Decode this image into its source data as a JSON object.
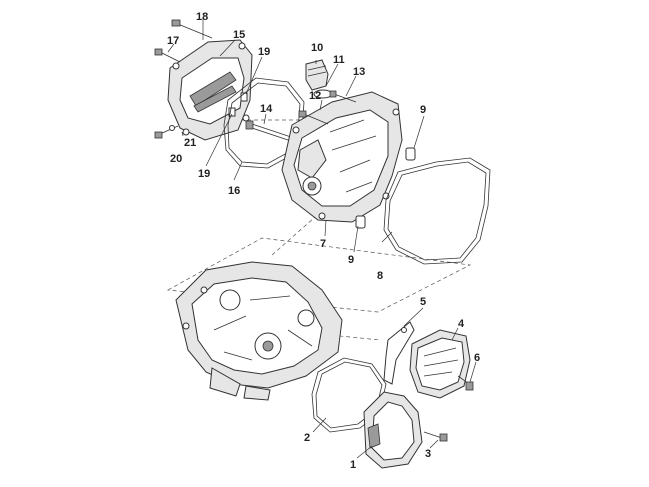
{
  "callouts": {
    "c1": "1",
    "c2": "2",
    "c3": "3",
    "c4": "4",
    "c5": "5",
    "c6": "6",
    "c7": "7",
    "c8": "8",
    "c9a": "9",
    "c9b": "9",
    "c10": "10",
    "c11": "11",
    "c12": "12",
    "c13": "13",
    "c14": "14",
    "c15": "15",
    "c16": "16",
    "c17": "17",
    "c18": "18",
    "c19a": "19",
    "c19b": "19",
    "c20": "20",
    "c21": "21"
  }
}
